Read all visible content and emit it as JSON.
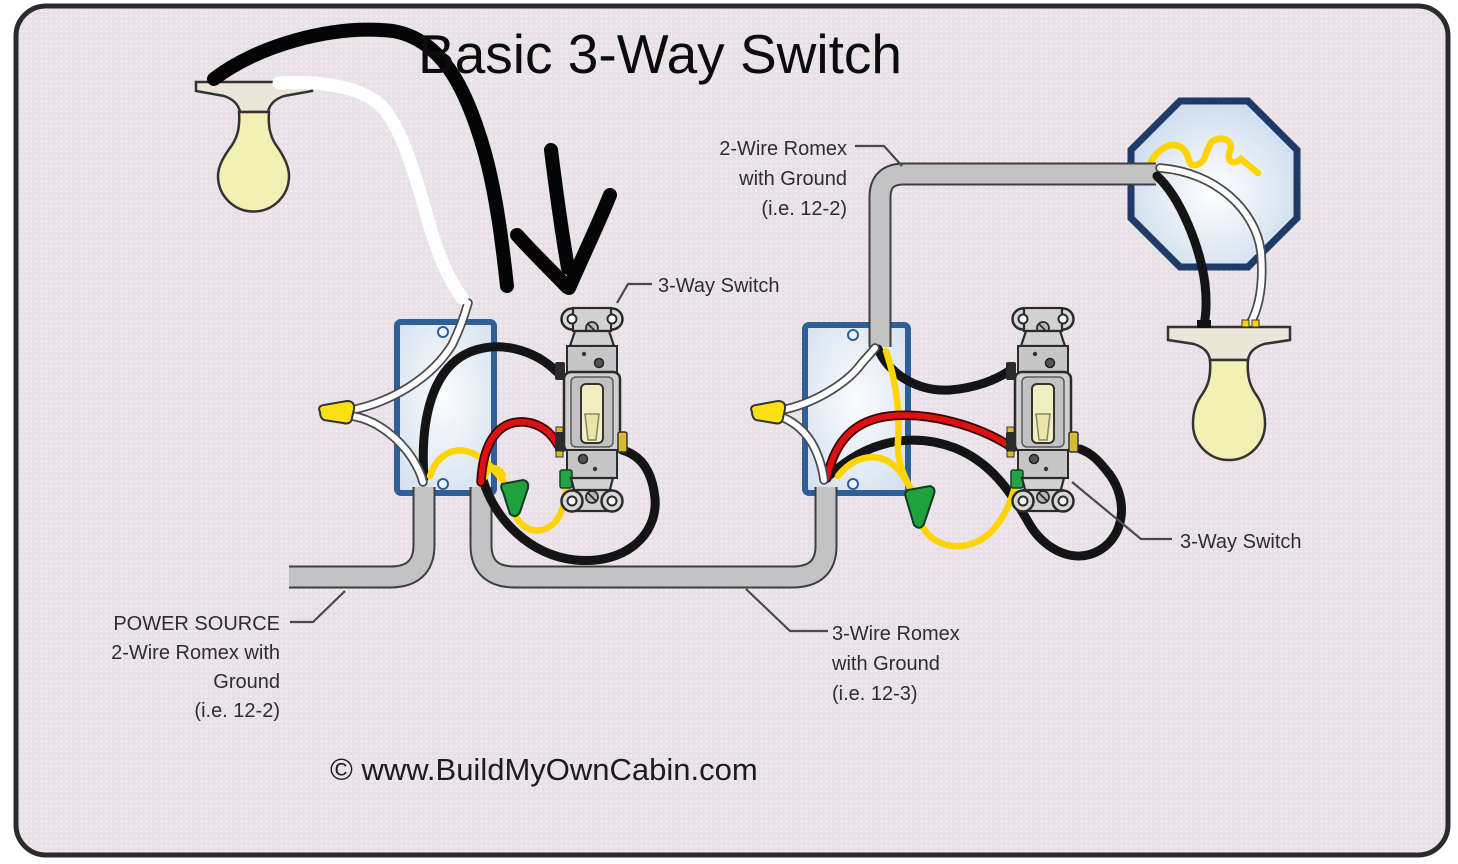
{
  "title": "Basic 3-Way Switch",
  "annotations": {
    "switch1_label": "3-Way Switch",
    "switch2_label": "3-Way Switch",
    "top_romex": {
      "l1": "2-Wire Romex",
      "l2": "with Ground",
      "l3": "(i.e. 12-2)"
    },
    "power_source": {
      "l1": "POWER SOURCE",
      "l2": "2-Wire Romex with",
      "l3": "Ground",
      "l4": "(i.e. 12-2)"
    },
    "bottom_romex": {
      "l1": "3-Wire Romex",
      "l2": "with Ground",
      "l3": "(i.e. 12-3)"
    },
    "copyright": "© www.BuildMyOwnCabin.com"
  },
  "colors": {
    "background": "#e8e1e8",
    "frame_border": "#2b2b2b",
    "electrical_box_border": "#2e5f96",
    "electrical_box_fill": "#dfe9f4",
    "octagon_box_border": "#1e3a66",
    "romex_cable": "#c3c3c3",
    "hot_wire": "#141414",
    "neutral_wire": "#ffffff",
    "traveler_wire": "#dd1111",
    "ground_wire": "#ffd400",
    "ground_connector": "#1fa23e",
    "wire_nut": "#ffe013",
    "bulb": "#f3f0b4",
    "fixture_canopy": "#ece6d9",
    "switch_toggle": "#f2eec2"
  }
}
